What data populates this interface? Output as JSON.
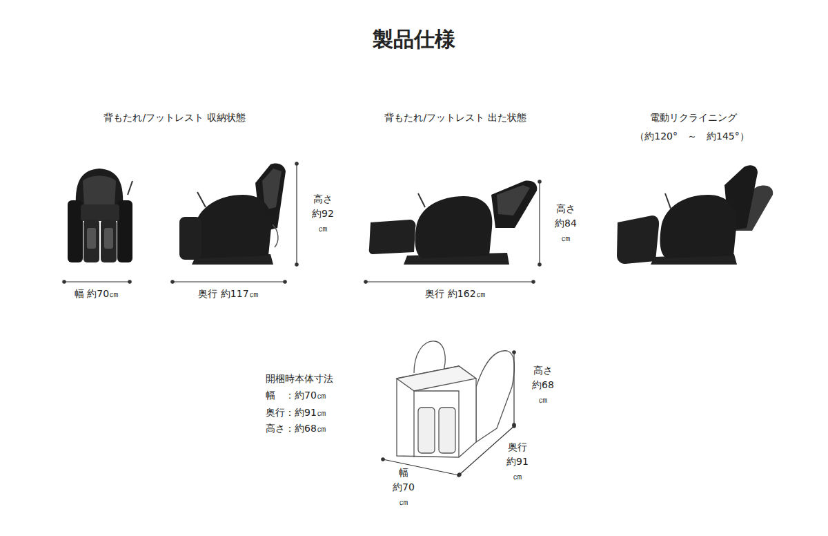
{
  "diagram": {
    "title": "製品仕様",
    "labels": [
      "背もたれ/フットレスト 収納状態",
      "背もたれ/フットレスト 出た状態",
      "電動リクライニング",
      "（約120°　～　約145°）",
      "幅 約70㎝",
      "奥行 約117㎝",
      "高さ 約92㎝",
      "奥行 約162㎝",
      "高さ 約84㎝",
      "開梱時本体寸法",
      "幅　：約70㎝",
      "奥行：約91㎝",
      "高さ：約68㎝",
      "高さ 約68㎝",
      "奥行 約91㎝",
      "幅 約70㎝"
    ]
  }
}
